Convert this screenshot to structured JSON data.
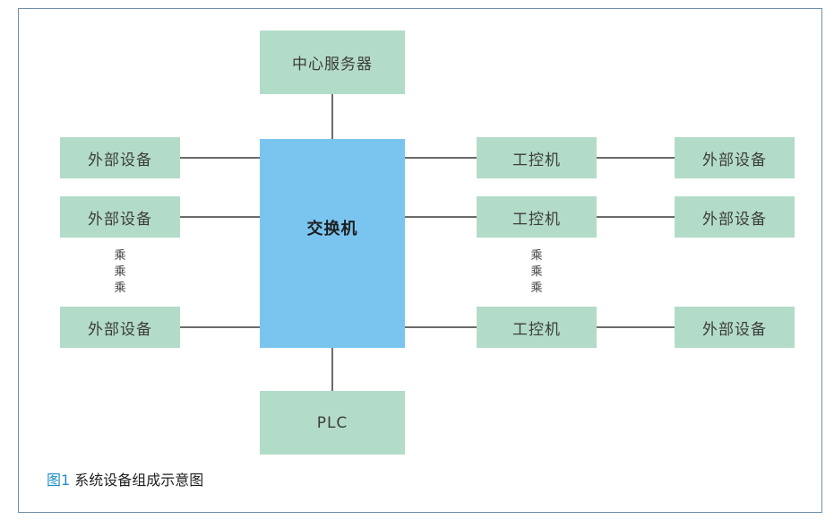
{
  "diagram": {
    "server": "中心服务器",
    "switch": "交换机",
    "plc": "PLC",
    "external_device": "外部设备",
    "ipc": "工控机",
    "ellipsis_glyph": "乘",
    "caption_number": "图1",
    "caption_text": "系统设备组成示意图"
  },
  "colors": {
    "node_fill": "#b3dcc8",
    "switch_fill": "#7ac5ef",
    "line": "#3a3a3a",
    "frame_border": "#6f8fa8",
    "caption_number": "#1d8fc9"
  }
}
